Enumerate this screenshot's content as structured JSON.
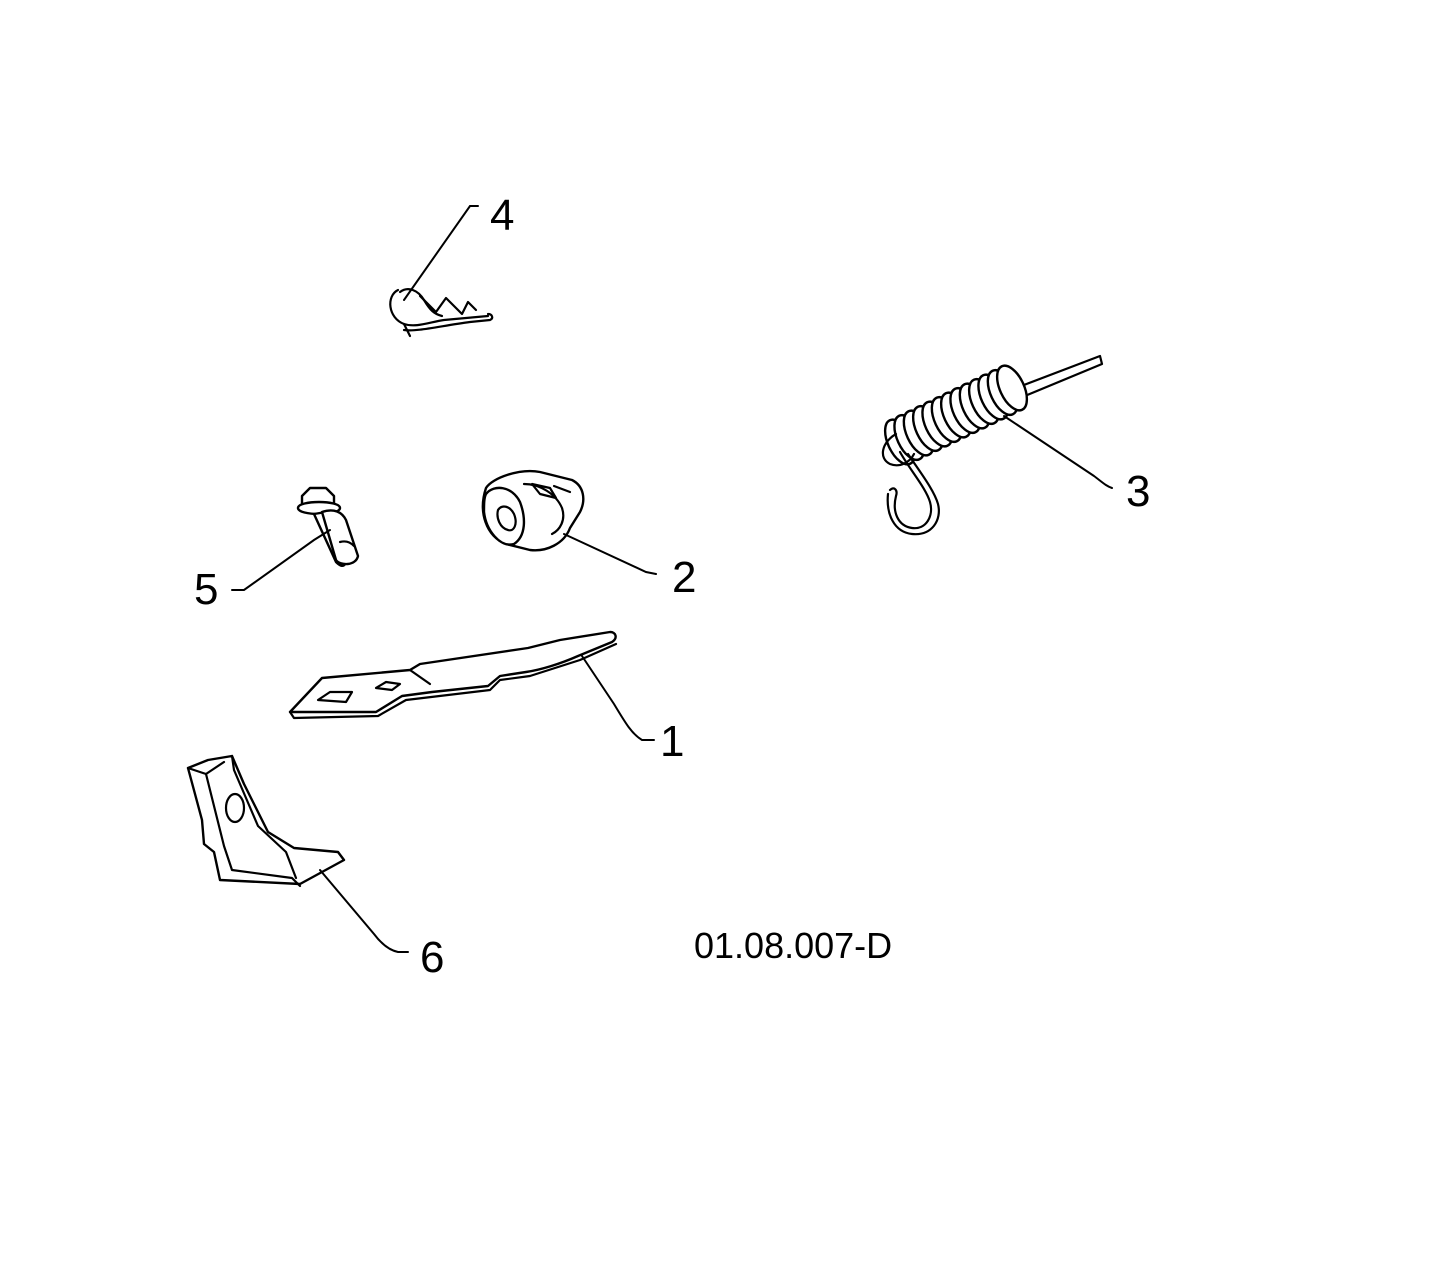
{
  "figure_code": "01.08.007-D",
  "callouts": [
    {
      "number": "1",
      "part": "lever-arm"
    },
    {
      "number": "2",
      "part": "cam-bushing"
    },
    {
      "number": "3",
      "part": "extension-spring"
    },
    {
      "number": "4",
      "part": "hair-pin-clip"
    },
    {
      "number": "5",
      "part": "flange-bolt"
    },
    {
      "number": "6",
      "part": "angle-bracket"
    }
  ]
}
